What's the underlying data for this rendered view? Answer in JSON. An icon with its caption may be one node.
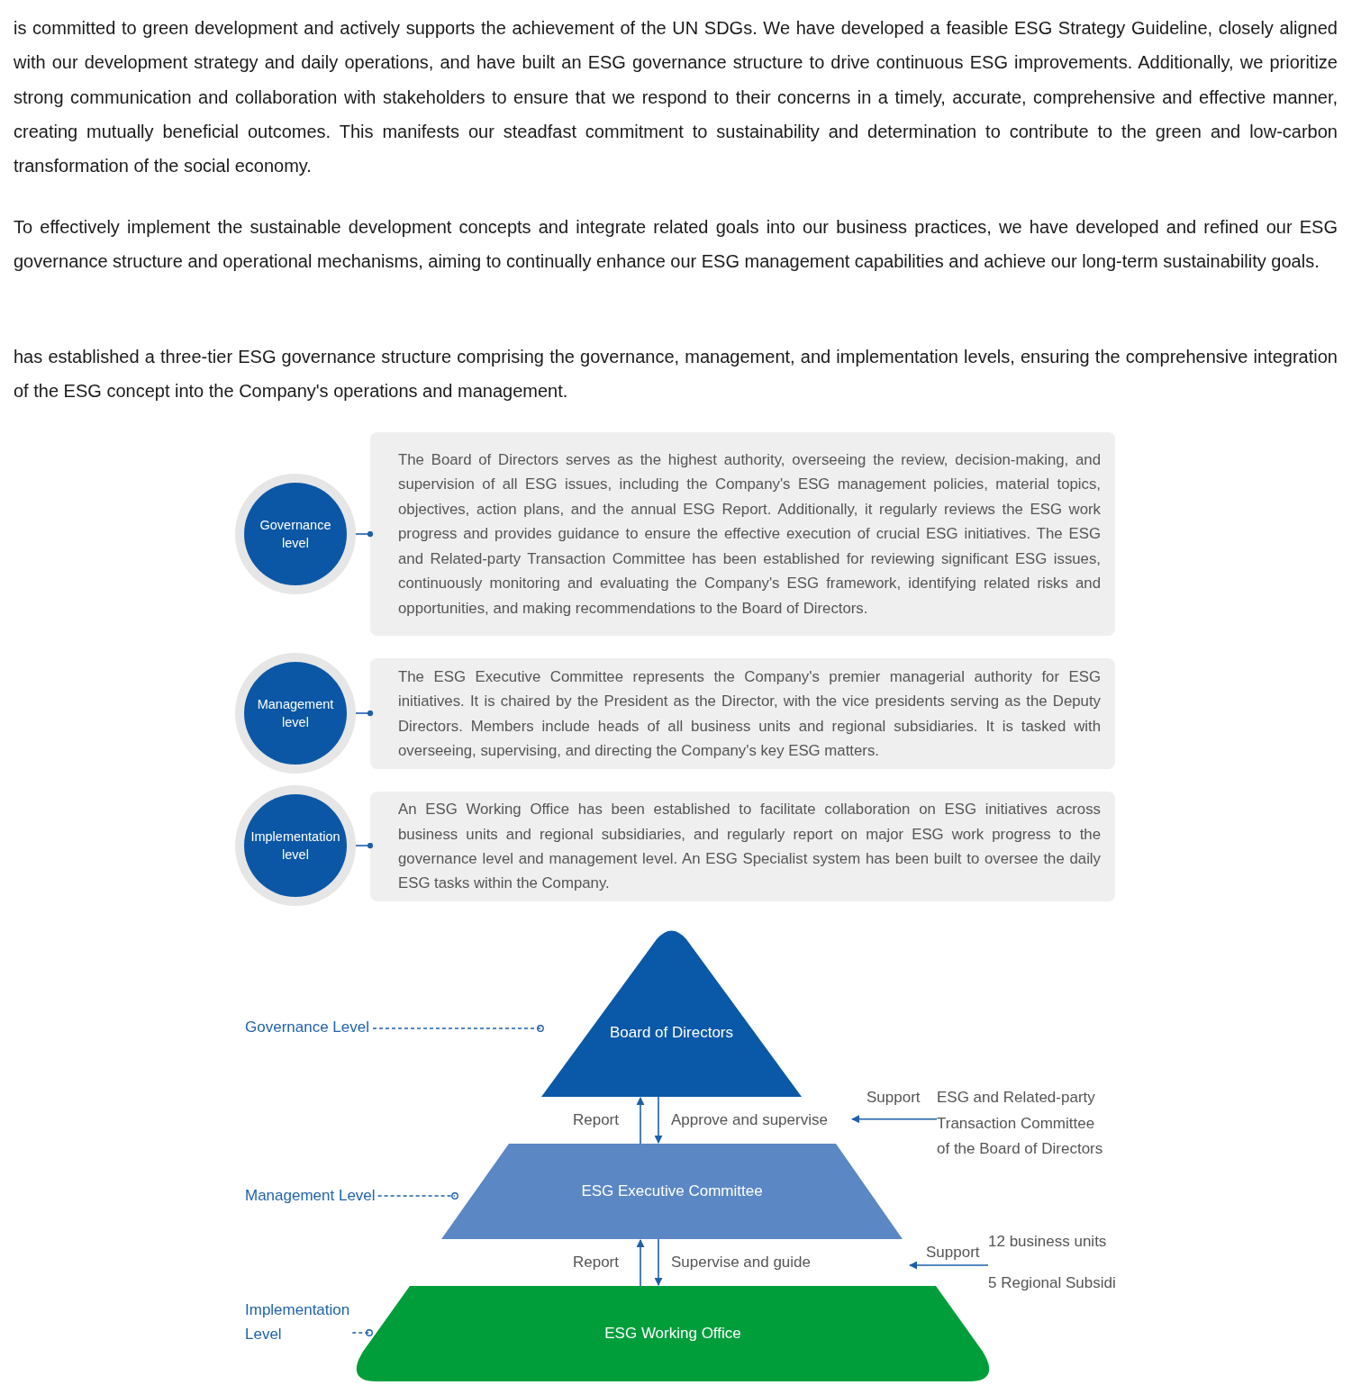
{
  "diagram": {
    "nodes": [
      {
        "text": [
          "Governance level"
        ]
      },
      {
        "text": [
          "The Board of Directors serves as the highest authority, overseeing the review, decision-making, and supervision of all ESG issues, including the Company's ESG management policies, material topics, objectives, action plans, and the annual ESG Report. Additionally, it regularly reviews the ESG work progress and provides guidance to ensure the effective execution of crucial ESG initiatives. The ESG and Related-party Transaction Committee has been established for reviewing significant ESG issues, continuously monitoring and evaluating the Company's ESG framework, identifying related risks and opportunities, and making recommendations to the Board of Directors."
        ]
      },
      {
        "text": [
          "Management level"
        ]
      },
      {
        "text": [
          "The ESG Executive Committee represents the Company's premier managerial authority for ESG initiatives. It is chaired by the President as the Director, with the vice presidents serving as the Deputy Directors. Members include heads of all business units and regional subsidiaries. It is tasked with overseeing, supervising, and directing the Company's key ESG matters."
        ]
      },
      {
        "text": [
          "Implementation level"
        ]
      },
      {
        "text": [
          "An ESG Working Office has been established to facilitate collaboration on ESG initiatives across business units and regional subsidiaries, and regularly report on major ESG work progress to the governance level and management level. An ESG Specialist system has been built to oversee the daily ESG tasks within the Company."
        ]
      },
      {
        "text": [
          "Governance Level"
        ]
      },
      {
        "text": [
          "Board of Directors"
        ]
      },
      {
        "text": [
          "ESG and Related-party Transaction Committee of the Board of Directors"
        ]
      },
      {
        "text": [
          "Management Level"
        ]
      },
      {
        "text": [
          "ESG Executive Committee"
        ]
      },
      {
        "text": [
          "12 business units",
          "5 Regional Subsidi"
        ]
      },
      {
        "text": [
          "Implementation Level"
        ]
      },
      {
        "text": [
          "ESG Working Office"
        ]
      }
    ],
    "edges": [
      {
        "from": 0,
        "to": 1,
        "arrow": "other"
      },
      {
        "from": 2,
        "to": 3,
        "arrow": "other"
      },
      {
        "from": 4,
        "to": 5,
        "arrow": "other"
      },
      {
        "from": 6,
        "to": 7,
        "arrow": "other",
        "style": "dashed"
      },
      {
        "from": 10,
        "to": 7,
        "arrow": "to",
        "label": "Report"
      },
      {
        "from": 7,
        "to": 10,
        "arrow": "to",
        "label": "Approve and supervise"
      },
      {
        "from": 8,
        "to": 10,
        "arrow": "to",
        "label": "Support"
      },
      {
        "from": 9,
        "to": 10,
        "arrow": "other",
        "style": "dashed"
      },
      {
        "from": 13,
        "to": 10,
        "arrow": "to",
        "label": "Report"
      },
      {
        "from": 10,
        "to": 13,
        "arrow": "to",
        "label": "Supervise and guide"
      },
      {
        "from": 11,
        "to": 13,
        "arrow": "to",
        "label": "Support"
      },
      {
        "from": 12,
        "to": 13,
        "arrow": "other",
        "style": "dashed"
      }
    ],
    "labels": [
      "is committed to green development and actively supports the achievement of the UN SDGs. We have developed a feasible ESG Strategy Guideline, closely aligned with our development strategy and daily operations, and have built an ESG governance structure to drive continuous ESG improvements. Additionally, we prioritize strong communication and collaboration with stakeholders to ensure that we respond to their concerns in a timely, accurate, comprehensive and effective manner, creating mutually beneficial outcomes. This manifests our steadfast commitment to sustainability and determination to contribute to the green and low-carbon transformation of the social economy.",
      "To effectively implement the sustainable development concepts and integrate related goals into our business practices, we have developed and refined our ESG governance structure and operational mechanisms, aiming to continually enhance our ESG management capabilities and achieve our long-term sustainability goals.",
      "has established a three-tier ESG governance structure comprising the governance, management, and implementation levels, ensuring the comprehensive integration of the ESG concept into the Company's operations and management."
    ]
  }
}
